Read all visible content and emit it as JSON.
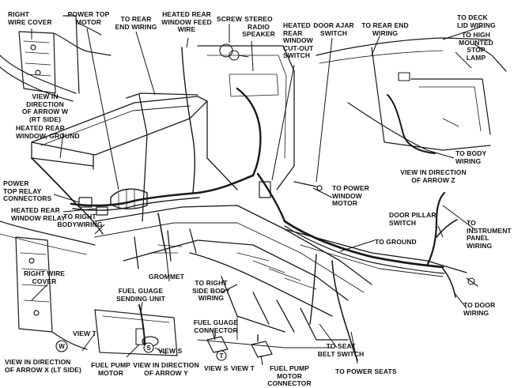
{
  "labels": {
    "right_wire_cover_top": "RIGHT\nWIRE COVER",
    "power_top_motor": "POWER TOP\nMOTOR",
    "to_rear_end_wiring_1": "TO REAR\nEND WIRING",
    "heated_rear_window_feed_wire": "HEATED REAR\nWINDOW FEED\nWIRE",
    "screw": "SCREW",
    "stereo_radio_speaker": "STEREO\nRADIO\nSPEAKER",
    "heated_rear_window_cutout_switch": "HEATED\nREAR\nWINDOW\nCUT-OUT\nSWITCH",
    "door_ajar_switch": "DOOR AJAR\nSWITCH",
    "to_rear_end_wiring_2": "TO REAR END\nWIRING",
    "to_deck_lid_wiring": "TO DECK\nLID WIRING",
    "to_high_mounted_stop_lamp": "TO HIGH\nMOUNTED\nSTOP\nLAMP",
    "view_arrow_w": "VIEW IN\nDIRECTION\nOF ARROW W\n(RT SIDE)",
    "heated_rear_window_ground": "HEATED REAR\nWINDOW, GROUND",
    "to_body_wiring": "TO BODY\nWIRING",
    "view_arrow_z": "VIEW IN DIRECTION\nOF ARROW Z",
    "power_top_relay_connectors": "POWER\nTOP RELAY\nCONNECTORS",
    "to_power_window_motor": "TO POWER\nWINDOW\nMOTOR",
    "heated_rear_window_relay": "HEATED REAR\nWINDOW RELAY",
    "door_pillar_switch": "DOOR PILLAR\nSWITCH",
    "to_instrument_panel_wiring": "TO\nINSTRUMENT\nPANEL\nWIRING",
    "to_right_body_wiring": "TO RIGHT\nBODYWIRING",
    "to_ground": "TO GROUND",
    "grommet": "GROMMET",
    "right_wire_cover_bottom": "RIGHT WIRE\nCOVER",
    "to_right_side_body_wiring": "TO RIGHT\nSIDE BODY\nWIRING",
    "fuel_gauge_sending_unit": "FUEL GUAGE\nSENDING UNIT",
    "to_door_wiring": "TO DOOR\nWIRING",
    "fuel_gauge_connector": "FUEL GUAGE\nCONNECTOR",
    "view_t_1": "VIEW T",
    "view_s_1": "VIEW S",
    "to_seat_belt_switch": "TO SEAT\nBELT SWITCH",
    "view_arrow_x": "VIEW IN DIRECTION\nOF ARROW X (LT SIDE)",
    "fuel_pump_motor": "FUEL PUMP\nMOTOR",
    "view_arrow_y": "VIEW IN DIRECTION\nOF ARROW Y",
    "view_s_2": "VIEW S",
    "view_t_2": "VIEW T",
    "fuel_pump_motor_connector": "FUEL PUMP MOTOR\nCONNECTOR",
    "to_power_seats": "TO POWER SEATS"
  },
  "marks": {
    "s": "S",
    "t": "T",
    "w": "W"
  }
}
